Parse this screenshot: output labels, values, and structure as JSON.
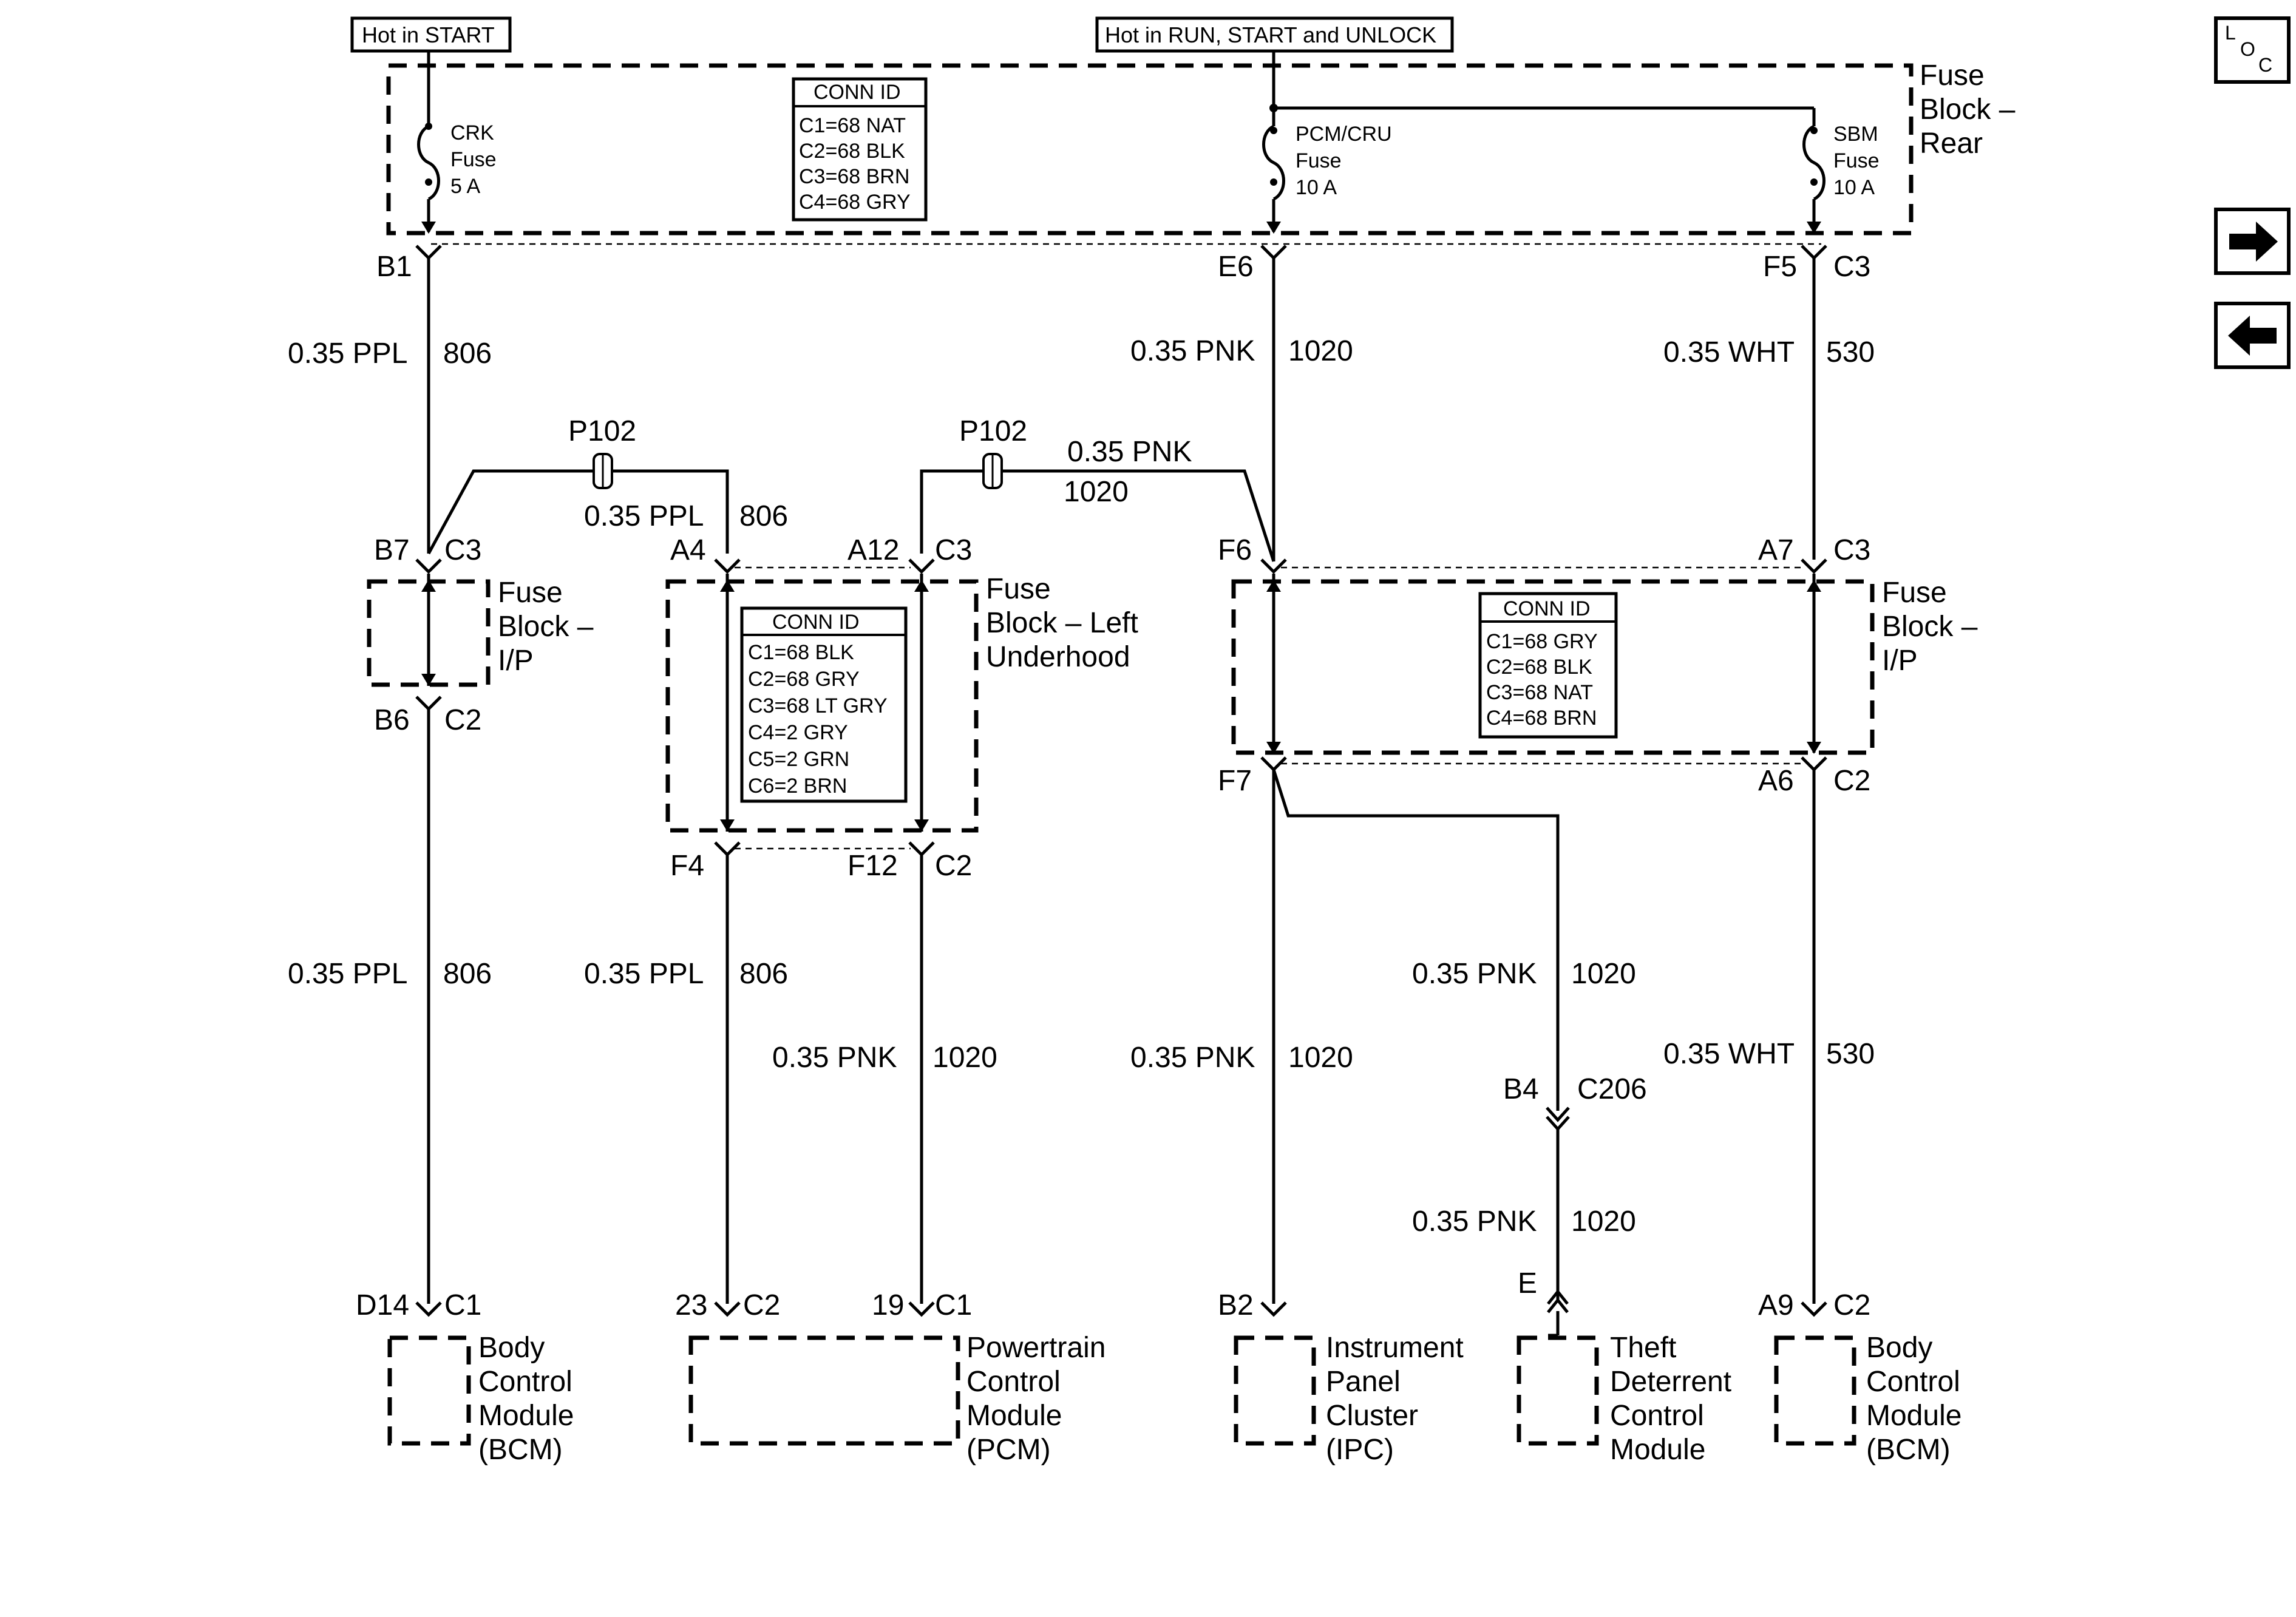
{
  "hot_labels": {
    "start": "Hot in START",
    "run_start_unlock": "Hot in RUN, START and UNLOCK"
  },
  "nav": {
    "loc": "L O C",
    "next_icon": "arrow-right-icon",
    "prev_icon": "arrow-left-icon"
  },
  "fuse_block_rear": {
    "label": [
      "Fuse",
      "Block –",
      "Rear"
    ],
    "conn_id": {
      "title": "CONN ID",
      "lines": [
        "C1=68 NAT",
        "C2=68 BLK",
        "C3=68 BRN",
        "C4=68 GRY"
      ]
    },
    "fuses": [
      {
        "lines": [
          "CRK",
          "Fuse",
          "5 A"
        ]
      },
      {
        "lines": [
          "PCM/CRU",
          "Fuse",
          "10 A"
        ]
      },
      {
        "lines": [
          "SBM",
          "Fuse",
          "10 A"
        ]
      }
    ]
  },
  "fuse_block_ip_left": {
    "label": [
      "Fuse",
      "Block –",
      "I/P"
    ]
  },
  "fuse_block_left_underhood": {
    "label": [
      "Fuse",
      "Block – Left",
      "Underhood"
    ],
    "conn_id": {
      "title": "CONN ID",
      "lines": [
        "C1=68 BLK",
        "C2=68 GRY",
        "C3=68 LT GRY",
        "C4=2 GRY",
        "C5=2 GRN",
        "C6=2 BRN"
      ]
    }
  },
  "fuse_block_ip_right": {
    "label": [
      "Fuse",
      "Block –",
      "I/P"
    ],
    "conn_id": {
      "title": "CONN ID",
      "lines": [
        "C1=68 GRY",
        "C2=68 BLK",
        "C3=68 NAT",
        "C4=68 BRN"
      ]
    }
  },
  "pins": {
    "b1": "B1",
    "e6": "E6",
    "f5": "F5",
    "c3_top": "C3",
    "b7": "B7",
    "c3_b7": "C3",
    "a4": "A4",
    "a12": "A12",
    "c3_a12": "C3",
    "f6": "F6",
    "a7": "A7",
    "c3_a7": "C3",
    "b6": "B6",
    "c2_b6": "C2",
    "f7": "F7",
    "a6": "A6",
    "c2_a6": "C2",
    "f4": "F4",
    "f12": "F12",
    "c2_f12": "C2",
    "b4": "B4",
    "c206": "C206",
    "e": "E",
    "d14": "D14",
    "c1_d14": "C1",
    "p23": "23",
    "c2_23": "C2",
    "p19": "19",
    "c1_19": "C1",
    "b2": "B2",
    "a9": "A9",
    "c2_a9": "C2"
  },
  "splices": {
    "p102_left": "P102",
    "p102_right": "P102"
  },
  "wires": {
    "w806_top": {
      "gauge": "0.35 PPL",
      "circuit": "806"
    },
    "w1020_top": {
      "gauge": "0.35 PNK",
      "circuit": "1020"
    },
    "w530_top": {
      "gauge": "0.35 WHT",
      "circuit": "530"
    },
    "w806_mid": {
      "gauge": "0.35 PPL",
      "circuit": "806"
    },
    "w1020_mid": {
      "gauge": "0.35 PNK",
      "circuit": "1020"
    },
    "w806_bcm": {
      "gauge": "0.35 PPL",
      "circuit": "806"
    },
    "w806_pcm": {
      "gauge": "0.35 PPL",
      "circuit": "806"
    },
    "w1020_pcm": {
      "gauge": "0.35 PNK",
      "circuit": "1020"
    },
    "w1020_ipc": {
      "gauge": "0.35 PNK",
      "circuit": "1020"
    },
    "w1020_theft_a": {
      "gauge": "0.35 PNK",
      "circuit": "1020"
    },
    "w1020_theft_b": {
      "gauge": "0.35 PNK",
      "circuit": "1020"
    },
    "w530_bcm": {
      "gauge": "0.35 WHT",
      "circuit": "530"
    }
  },
  "components": {
    "bcm_left": [
      "Body",
      "Control",
      "Module",
      "(BCM)"
    ],
    "pcm": [
      "Powertrain",
      "Control",
      "Module",
      "(PCM)"
    ],
    "ipc": [
      "Instrument",
      "Panel",
      "Cluster",
      "(IPC)"
    ],
    "theft": [
      "Theft",
      "Deterrent",
      "Control",
      "Module"
    ],
    "bcm_right": [
      "Body",
      "Control",
      "Module",
      "(BCM)"
    ]
  }
}
